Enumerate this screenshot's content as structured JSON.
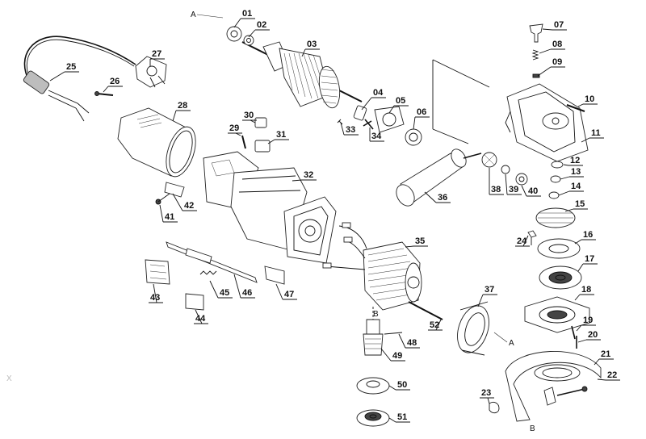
{
  "marks": {
    "a": "A",
    "b": "B",
    "x": "X"
  },
  "parts": [
    {
      "number": "01"
    },
    {
      "number": "02"
    },
    {
      "number": "03"
    },
    {
      "number": "04"
    },
    {
      "number": "05"
    },
    {
      "number": "06"
    },
    {
      "number": "07"
    },
    {
      "number": "08"
    },
    {
      "number": "09"
    },
    {
      "number": "10"
    },
    {
      "number": "11"
    },
    {
      "number": "12"
    },
    {
      "number": "13"
    },
    {
      "number": "14"
    },
    {
      "number": "15"
    },
    {
      "number": "16"
    },
    {
      "number": "17"
    },
    {
      "number": "18"
    },
    {
      "number": "19"
    },
    {
      "number": "20"
    },
    {
      "number": "21"
    },
    {
      "number": "22"
    },
    {
      "number": "23"
    },
    {
      "number": "24"
    },
    {
      "number": "25"
    },
    {
      "number": "26"
    },
    {
      "number": "27"
    },
    {
      "number": "28"
    },
    {
      "number": "29"
    },
    {
      "number": "30"
    },
    {
      "number": "31"
    },
    {
      "number": "32"
    },
    {
      "number": "33"
    },
    {
      "number": "34"
    },
    {
      "number": "35"
    },
    {
      "number": "36"
    },
    {
      "number": "37"
    },
    {
      "number": "38"
    },
    {
      "number": "39"
    },
    {
      "number": "40"
    },
    {
      "number": "41"
    },
    {
      "number": "42"
    },
    {
      "number": "43"
    },
    {
      "number": "44"
    },
    {
      "number": "45"
    },
    {
      "number": "46"
    },
    {
      "number": "47"
    },
    {
      "number": "48"
    },
    {
      "number": "49"
    },
    {
      "number": "50"
    },
    {
      "number": "51"
    },
    {
      "number": "52"
    }
  ]
}
